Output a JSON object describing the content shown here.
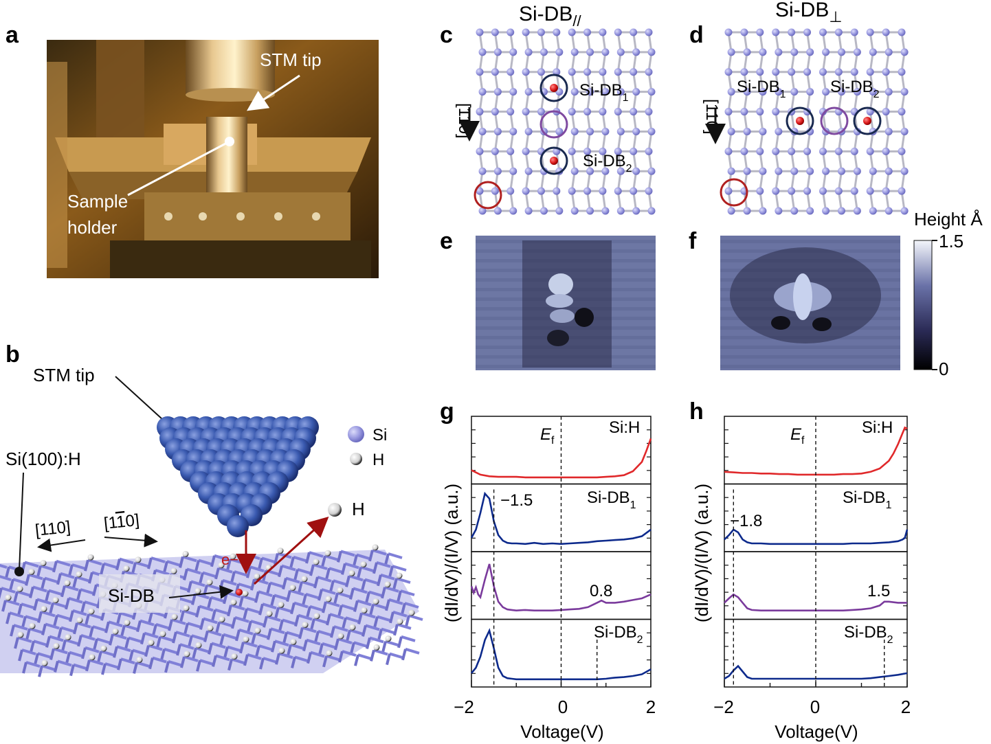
{
  "panels": {
    "a": {
      "letter": "a",
      "stm_tip_label": "STM tip",
      "sample_holder_line1": "Sample",
      "sample_holder_line2": "holder"
    },
    "b": {
      "letter": "b",
      "stm_tip_label": "STM tip",
      "surface_label": "Si(100):H",
      "legend_si": "Si",
      "legend_h": "H",
      "h_atom_label": "H",
      "dir_1": "[110]",
      "dir_2_prefix": "[1",
      "dir_2_bar": "1",
      "dir_2_suffix": "0]",
      "electron_label": "e−",
      "si_db_label": "Si-DB"
    },
    "c": {
      "letter": "c",
      "column_title_base": "Si-DB",
      "column_title_sub": "//",
      "dir_label": "[110]",
      "db1_base": "Si-DB",
      "db1_sub": "1",
      "db2_base": "Si-DB",
      "db2_sub": "2"
    },
    "d": {
      "letter": "d",
      "column_title_base": "Si-DB",
      "column_title_sub": "⊥",
      "dir_label": "[110]",
      "db1_base": "Si-DB",
      "db1_sub": "1",
      "db2_base": "Si-DB",
      "db2_sub": "2"
    },
    "e": {
      "letter": "e"
    },
    "f": {
      "letter": "f"
    },
    "colorbar": {
      "title": "Height Å",
      "max": "1.5",
      "min": "0",
      "range": [
        0,
        1.5
      ]
    },
    "g": {
      "letter": "g",
      "ef_base": "E",
      "ef_sub": "f",
      "trace_labels": [
        "Si:H",
        "Si-DB",
        "",
        "Si-DB"
      ],
      "trace_label_subs": [
        "",
        "1",
        "",
        "2"
      ],
      "peak_label_1": "−1.5",
      "peak_label_2": "0.8"
    },
    "h": {
      "letter": "h",
      "ef_base": "E",
      "ef_sub": "f",
      "trace_labels": [
        "Si:H",
        "Si-DB",
        "",
        "Si-DB"
      ],
      "trace_label_subs": [
        "",
        "1",
        "",
        "2"
      ],
      "peak_label_1": "−1.8",
      "peak_label_2": "1.5"
    },
    "spectra_axes": {
      "ylabel": "(dI/dV)/(I/V) (a.u.)",
      "xlabel": "Voltage(V)",
      "xticks": [
        "−2",
        "0",
        "2"
      ],
      "xlim": [
        -2,
        2
      ]
    }
  },
  "colors": {
    "red": "#e0282a",
    "blue": "#0d2a8c",
    "purple": "#7a3a9c",
    "si_atom": "#8f8fd8",
    "circle_dark": "#1a2a50",
    "circle_purple": "#7f4aa0",
    "circle_red": "#b02020"
  },
  "chart_data": [
    {
      "type": "line",
      "panel": "g",
      "xlabel": "Voltage(V)",
      "ylabel": "(dI/dV)/(I/V) (a.u.)",
      "xlim": [
        -2,
        2
      ],
      "markers": [
        -1.5,
        0,
        0.8
      ],
      "series": [
        {
          "name": "Si:H",
          "x": [
            -2,
            -1.8,
            -1.6,
            -1.4,
            -1.2,
            -1,
            -0.8,
            -0.6,
            -0.4,
            -0.2,
            0,
            0.2,
            0.4,
            0.6,
            0.8,
            1,
            1.2,
            1.4,
            1.6,
            1.8,
            1.9,
            2
          ],
          "y": [
            0.15,
            0.07,
            0.04,
            0.03,
            0.03,
            0.03,
            0.02,
            0.02,
            0.02,
            0.02,
            0.02,
            0.02,
            0.02,
            0.02,
            0.02,
            0.03,
            0.04,
            0.06,
            0.13,
            0.3,
            0.5,
            0.72
          ]
        },
        {
          "name": "Si-DB1",
          "x": [
            -2,
            -1.9,
            -1.8,
            -1.7,
            -1.6,
            -1.5,
            -1.4,
            -1.3,
            -1.2,
            -1.1,
            -1,
            -0.8,
            -0.6,
            -0.4,
            -0.2,
            0,
            0.2,
            0.4,
            0.6,
            0.8,
            1,
            1.2,
            1.4,
            1.6,
            1.8,
            2
          ],
          "y": [
            0.15,
            0.3,
            0.6,
            0.95,
            0.86,
            0.45,
            0.2,
            0.1,
            0.06,
            0.05,
            0.05,
            0.04,
            0.06,
            0.04,
            0.05,
            0.04,
            0.05,
            0.06,
            0.07,
            0.09,
            0.1,
            0.11,
            0.12,
            0.14,
            0.18,
            0.3
          ]
        },
        {
          "name": "",
          "x": [
            -2,
            -1.95,
            -1.9,
            -1.85,
            -1.8,
            -1.7,
            -1.6,
            -1.5,
            -1.4,
            -1.3,
            -1.2,
            -1.1,
            -1,
            -0.8,
            -0.6,
            -0.4,
            -0.2,
            0,
            0.2,
            0.4,
            0.6,
            0.8,
            0.9,
            1,
            1.2,
            1.4,
            1.6,
            1.8,
            2
          ],
          "y": [
            0.5,
            0.38,
            0.48,
            0.35,
            0.3,
            0.62,
            0.9,
            0.5,
            0.22,
            0.12,
            0.08,
            0.07,
            0.06,
            0.07,
            0.06,
            0.06,
            0.06,
            0.07,
            0.08,
            0.09,
            0.12,
            0.2,
            0.24,
            0.2,
            0.2,
            0.22,
            0.25,
            0.28,
            0.35
          ]
        },
        {
          "name": "Si-DB2",
          "x": [
            -2,
            -1.9,
            -1.8,
            -1.7,
            -1.6,
            -1.5,
            -1.4,
            -1.3,
            -1.2,
            -1.1,
            -1,
            -0.8,
            -0.6,
            -0.4,
            -0.2,
            0,
            0.2,
            0.4,
            0.6,
            0.8,
            1,
            1.2,
            1.4,
            1.6,
            1.8,
            2
          ],
          "y": [
            0.15,
            0.25,
            0.45,
            0.75,
            0.92,
            0.6,
            0.25,
            0.1,
            0.06,
            0.05,
            0.04,
            0.04,
            0.04,
            0.04,
            0.04,
            0.04,
            0.04,
            0.04,
            0.04,
            0.04,
            0.05,
            0.07,
            0.08,
            0.1,
            0.13,
            0.22
          ]
        }
      ]
    },
    {
      "type": "line",
      "panel": "h",
      "xlabel": "Voltage(V)",
      "ylabel": "(dI/dV)/(I/V) (a.u.)",
      "xlim": [
        -2,
        2
      ],
      "markers": [
        -1.8,
        0,
        1.5
      ],
      "series": [
        {
          "name": "Si:H",
          "x": [
            -2,
            -1.8,
            -1.6,
            -1.4,
            -1.2,
            -1,
            -0.8,
            -0.6,
            -0.4,
            -0.2,
            0,
            0.2,
            0.4,
            0.6,
            0.8,
            1,
            1.2,
            1.4,
            1.6,
            1.7,
            1.8,
            1.9,
            1.95,
            2
          ],
          "y": [
            0.12,
            0.11,
            0.1,
            0.1,
            0.09,
            0.09,
            0.08,
            0.08,
            0.07,
            0.07,
            0.07,
            0.07,
            0.07,
            0.08,
            0.08,
            0.09,
            0.12,
            0.18,
            0.32,
            0.45,
            0.62,
            0.82,
            0.92,
            0.9
          ]
        },
        {
          "name": "Si-DB1",
          "x": [
            -2,
            -1.9,
            -1.8,
            -1.7,
            -1.6,
            -1.5,
            -1.4,
            -1.2,
            -1,
            -0.8,
            -0.6,
            -0.4,
            -0.2,
            0,
            0.2,
            0.4,
            0.6,
            0.8,
            1,
            1.2,
            1.4,
            1.6,
            1.8,
            1.9,
            1.95,
            2
          ],
          "y": [
            0.12,
            0.2,
            0.3,
            0.25,
            0.12,
            0.07,
            0.05,
            0.05,
            0.04,
            0.04,
            0.04,
            0.04,
            0.04,
            0.04,
            0.04,
            0.04,
            0.04,
            0.05,
            0.05,
            0.05,
            0.06,
            0.07,
            0.09,
            0.12,
            0.15,
            0.3
          ]
        },
        {
          "name": "",
          "x": [
            -2,
            -1.9,
            -1.8,
            -1.7,
            -1.6,
            -1.5,
            -1.4,
            -1.2,
            -1,
            -0.8,
            -0.6,
            -0.4,
            -0.2,
            0,
            0.2,
            0.4,
            0.6,
            0.8,
            1,
            1.2,
            1.4,
            1.5,
            1.6,
            1.8,
            2
          ],
          "y": [
            0.2,
            0.28,
            0.35,
            0.3,
            0.2,
            0.1,
            0.07,
            0.06,
            0.06,
            0.06,
            0.06,
            0.06,
            0.06,
            0.06,
            0.06,
            0.06,
            0.06,
            0.07,
            0.08,
            0.1,
            0.15,
            0.22,
            0.22,
            0.2,
            0.2
          ]
        },
        {
          "name": "Si-DB2",
          "x": [
            -2,
            -1.9,
            -1.8,
            -1.7,
            -1.6,
            -1.5,
            -1.4,
            -1.2,
            -1,
            -0.8,
            -0.6,
            -0.4,
            -0.2,
            0,
            0.2,
            0.4,
            0.6,
            0.8,
            1,
            1.2,
            1.4,
            1.6,
            1.8,
            2
          ],
          "y": [
            0.05,
            0.1,
            0.2,
            0.28,
            0.18,
            0.08,
            0.05,
            0.05,
            0.05,
            0.05,
            0.05,
            0.05,
            0.05,
            0.05,
            0.05,
            0.05,
            0.05,
            0.05,
            0.05,
            0.06,
            0.08,
            0.1,
            0.12,
            0.15
          ]
        }
      ]
    }
  ]
}
